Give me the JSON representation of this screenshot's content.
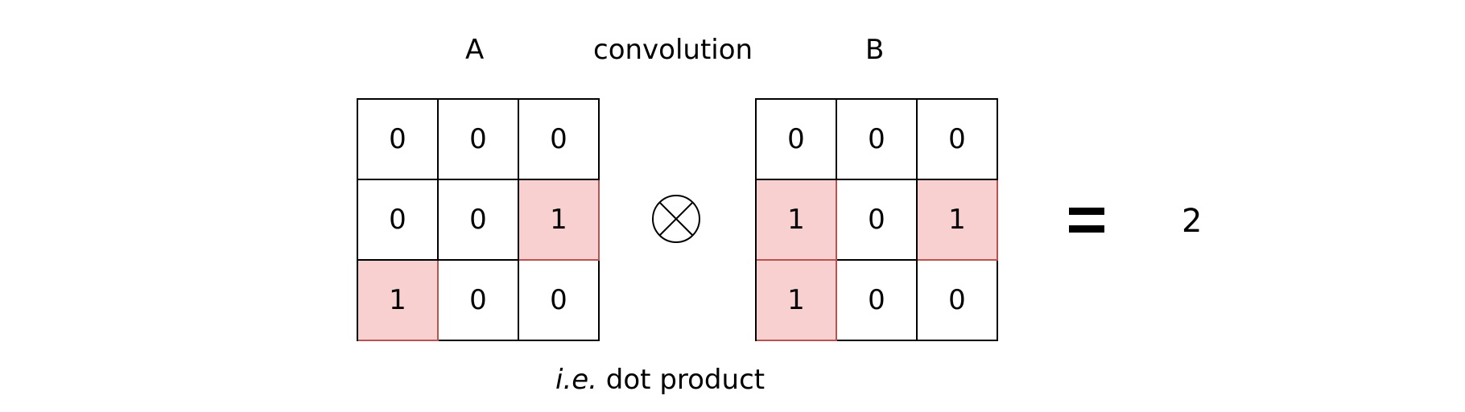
{
  "labels": {
    "a": "A",
    "operation": "convolution",
    "b": "B"
  },
  "footer": {
    "ie": "i.e.",
    "text": "dot product"
  },
  "matrix_a": [
    [
      "0",
      "0",
      "0"
    ],
    [
      "0",
      "0",
      "1"
    ],
    [
      "1",
      "0",
      "0"
    ]
  ],
  "matrix_b": [
    [
      "0",
      "0",
      "0"
    ],
    [
      "1",
      "0",
      "1"
    ],
    [
      "1",
      "0",
      "0"
    ]
  ],
  "highlight_a": [
    [
      1,
      2
    ],
    [
      2,
      0
    ]
  ],
  "highlight_b": [
    [
      1,
      0
    ],
    [
      1,
      2
    ],
    [
      2,
      0
    ]
  ],
  "result": "2",
  "colors": {
    "highlight_fill": "#f8d0d0",
    "highlight_border": "#b85450"
  }
}
